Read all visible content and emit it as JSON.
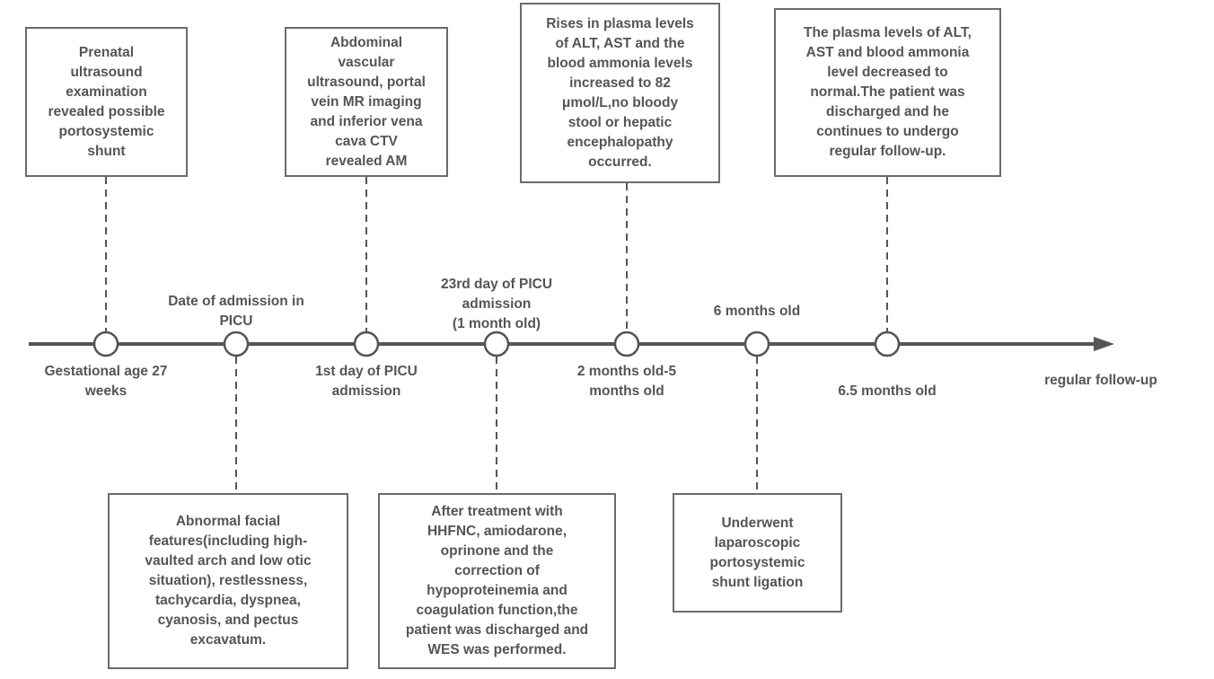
{
  "colors": {
    "line": "#555555",
    "box_border": "#6b6b6b",
    "text": "#555555",
    "node_fill": "#ffffff"
  },
  "timeline": {
    "end_label": "regular follow-up"
  },
  "milestones": [
    {
      "label": "Gestational age 27\nweeks",
      "label_side": "below",
      "event": "Prenatal\nultrasound\nexamination\nrevealed possible\nportosystemic\nshunt",
      "event_side": "above"
    },
    {
      "label": "Date of admission in\nPICU",
      "label_side": "above",
      "event": "Abnormal facial\nfeatures(including high-\nvaulted arch and low otic\nsituation), restlessness,\ntachycardia, dyspnea,\ncyanosis, and pectus\nexcavatum.",
      "event_side": "below"
    },
    {
      "label": "1st day of PICU\nadmission",
      "label_side": "below",
      "event": "Abdominal\nvascular\nultrasound, portal\nvein MR imaging\nand inferior vena\ncava CTV\nrevealed AM",
      "event_side": "above"
    },
    {
      "label": "23rd day of PICU\nadmission\n(1 month old)",
      "label_side": "above",
      "event": "After treatment with\nHHFNC, amiodarone,\noprinone and the\ncorrection of\nhypoproteinemia and\ncoagulation function,the\npatient was discharged and\nWES was performed.",
      "event_side": "below"
    },
    {
      "label": "2 months old-5\nmonths old",
      "label_side": "below",
      "event": "Rises in plasma levels\nof ALT, AST and the\nblood ammonia levels\nincreased to 82\nμmol/L,no bloody\nstool or hepatic\nencephalopathy\noccurred.",
      "event_side": "above"
    },
    {
      "label": "6 months old",
      "label_side": "above",
      "event": "Underwent\nlaparoscopic\nportosystemic\nshunt ligation",
      "event_side": "below"
    },
    {
      "label": "6.5 months old",
      "label_side": "below",
      "event": "The plasma levels of ALT,\nAST and blood ammonia\nlevel decreased to\nnormal.The patient was\ndischarged  and he\ncontinues to undergo\nregular follow-up.",
      "event_side": "above"
    }
  ]
}
